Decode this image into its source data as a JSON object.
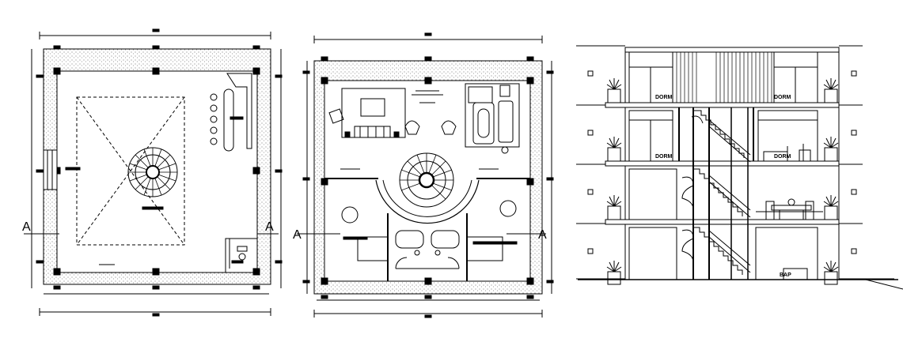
{
  "colors": {
    "line": "#000000",
    "background": "#ffffff",
    "hatch": "#555555"
  },
  "plan_left": {
    "section_marker_left": "A",
    "section_marker_right": "A"
  },
  "plan_middle": {
    "section_marker_left": "A",
    "section_marker_right": "A"
  },
  "section": {
    "room_labels": [
      "DORM",
      "DORM",
      "DORM",
      "DORM",
      "BAP"
    ]
  }
}
